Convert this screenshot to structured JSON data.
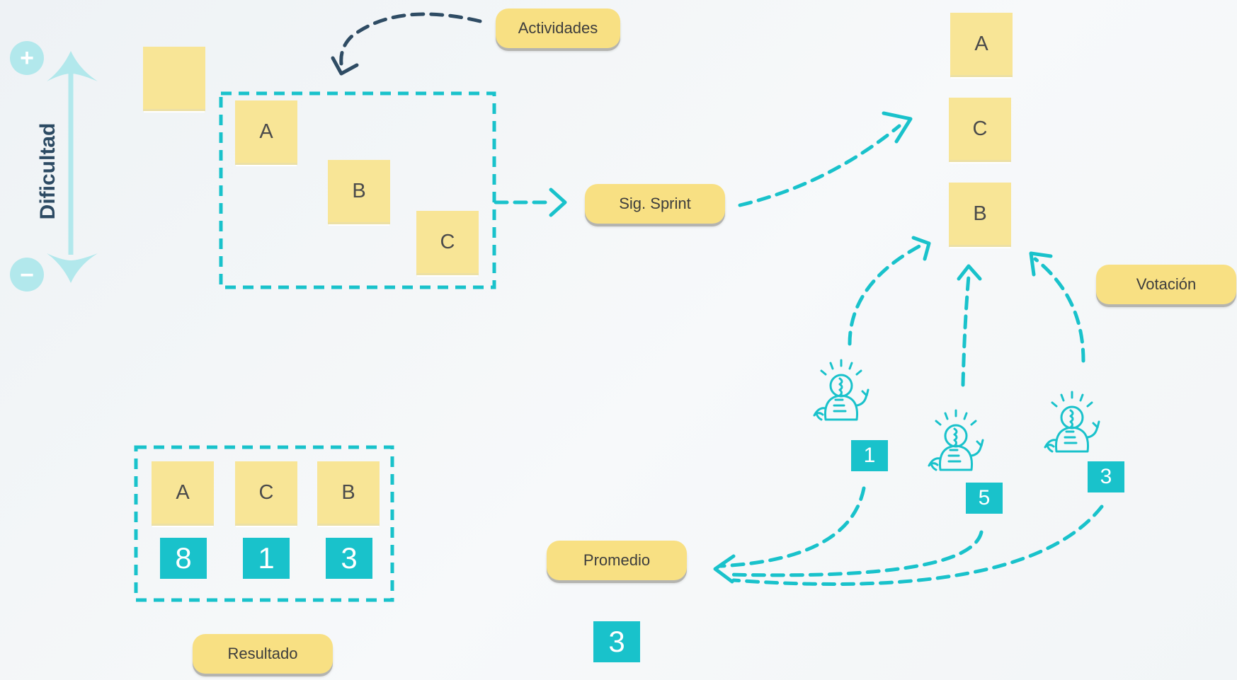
{
  "axis": {
    "label": "Dificultad",
    "plus": "+",
    "minus": "−"
  },
  "labels": {
    "actividades": "Actividades",
    "sig_sprint": "Sig. Sprint",
    "votacion": "Votación",
    "promedio": "Promedio",
    "resultado": "Resultado"
  },
  "activities": [
    "A",
    "B",
    "C"
  ],
  "sprint_order": [
    "A",
    "C",
    "B"
  ],
  "votes": [
    "1",
    "5",
    "3"
  ],
  "average": "3",
  "result": {
    "cards": [
      "A",
      "C",
      "B"
    ],
    "scores": [
      "8",
      "1",
      "3"
    ]
  },
  "colors": {
    "accent": "#19c2cb",
    "dark_arrow": "#2f4c64",
    "note": "#f8e596",
    "label": "#f8e083"
  }
}
